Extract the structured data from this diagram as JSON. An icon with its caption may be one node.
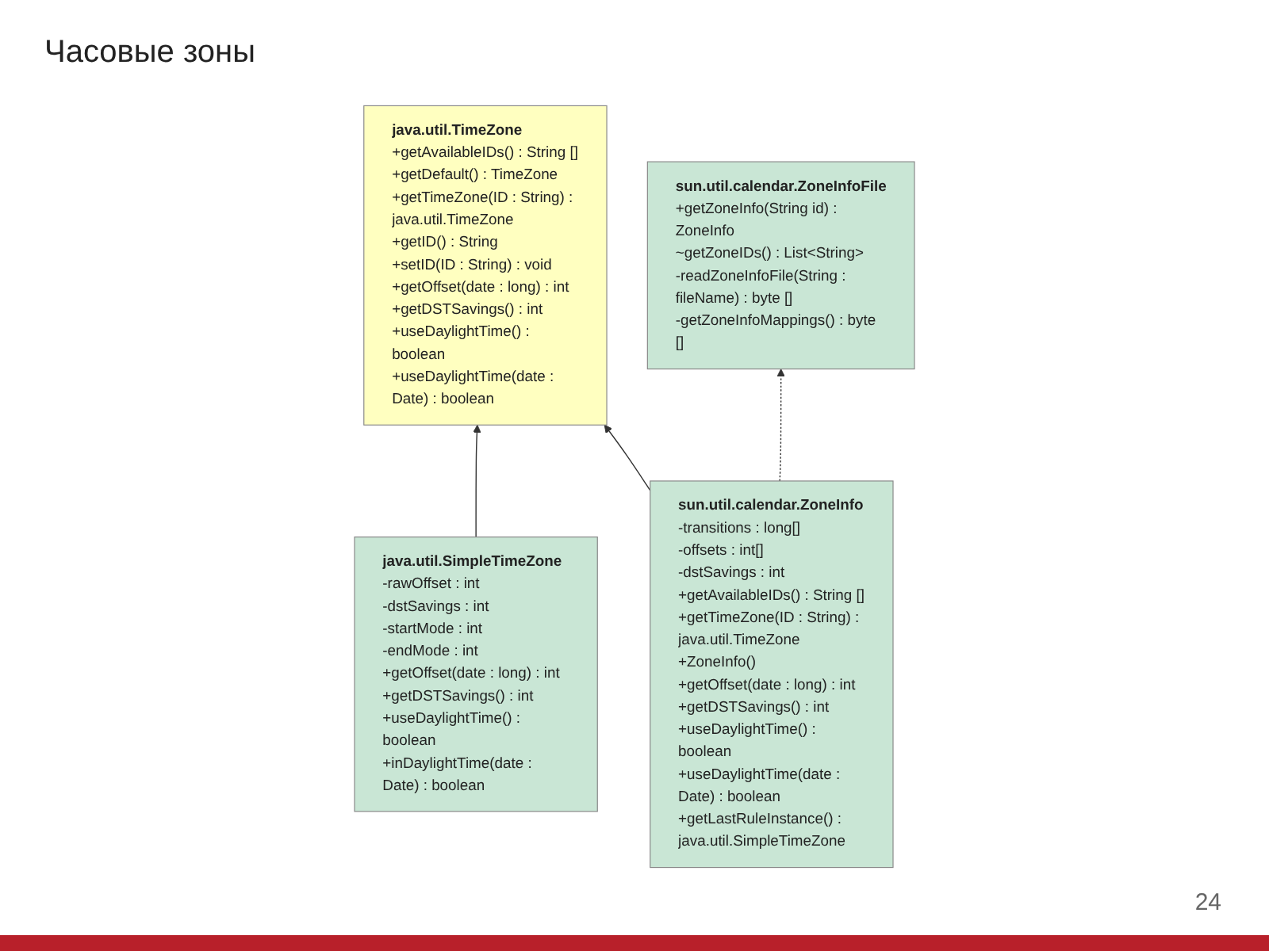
{
  "diagram": {
    "title": "Часовые зоны",
    "nodes": [
      {
        "text": [
          "java.util.TimeZone",
          "+getAvailableIDs() : String []",
          "+getDefault() : TimeZone",
          "+getTimeZone(ID : String) : java.util.TimeZone",
          "+getID() : String",
          "+setID(ID : String) : void",
          "+getOffset(date : long) : int",
          "+getDSTSavings() : int",
          "+useDaylightTime() : boolean",
          "+useDaylightTime(date : Date) : boolean"
        ]
      },
      {
        "text": [
          "java.util.SimpleTimeZone",
          "-rawOffset : int",
          "-dstSavings : int",
          "-startMode : int",
          "-endMode : int",
          "+getOffset(date : long) : int",
          "+getDSTSavings() : int",
          "+useDaylightTime() : boolean",
          "+inDaylightTime(date : Date) : boolean"
        ]
      },
      {
        "text": [
          "sun.util.calendar.ZoneInfo",
          "-transitions : long[]",
          "-offsets : int[]",
          "-dstSavings : int",
          "+getAvailableIDs() : String []",
          "+getTimeZone(ID : String) : java.util.TimeZone",
          "+ZoneInfo()",
          "+getOffset(date : long) : int",
          "+getDSTSavings() : int",
          "+useDaylightTime() : boolean",
          "+useDaylightTime(date : Date) : boolean",
          "+getLastRuleInstance() : java.util.SimpleTimeZone"
        ]
      },
      {
        "text": [
          "sun.util.calendar.ZoneInfoFile",
          "+getZoneInfo(String id) : ZoneInfo",
          "~getZoneIDs() : List<String>",
          "-readZoneInfoFile(String : fileName) : byte []",
          "-getZoneInfoMappings() : byte []"
        ]
      }
    ],
    "edges": [
      {
        "from": 1,
        "to": 0,
        "arrow": "to"
      },
      {
        "from": 2,
        "to": 0,
        "arrow": "to"
      },
      {
        "from": 2,
        "to": 3,
        "arrow": "to",
        "style": "dashed"
      }
    ],
    "labels": [
      "24"
    ]
  }
}
